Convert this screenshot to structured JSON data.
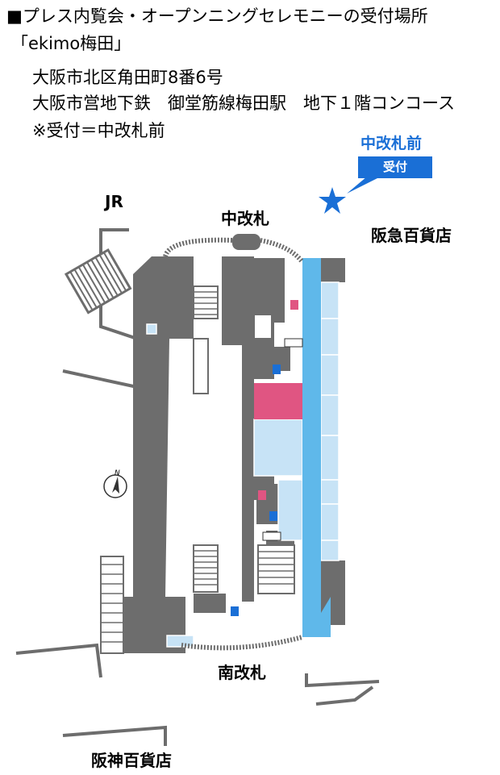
{
  "header": {
    "title": "■プレス内覧会・オープンニングセレモニーの受付場所",
    "venue": "「ekimo梅田」",
    "address": "大阪市北区角田町8番6号",
    "station": "大阪市営地下鉄　御堂筋線梅田駅　地下１階コンコース",
    "note": "※受付＝中改札前"
  },
  "map": {
    "reception_label": "中改札前",
    "reception_tag": "受付",
    "label_jr": "JR",
    "label_center_gate": "中改札",
    "label_hankyu": "阪急百貨店",
    "label_south_gate": "南改札",
    "label_hanshin": "阪神百貨店",
    "compass_letter": "N"
  },
  "colors": {
    "wall": "#6d6d6d",
    "concourse": "#5fb8ea",
    "shop": "#c7e3f6",
    "highlight": "#e05582",
    "accent": "#1a6fd6"
  }
}
